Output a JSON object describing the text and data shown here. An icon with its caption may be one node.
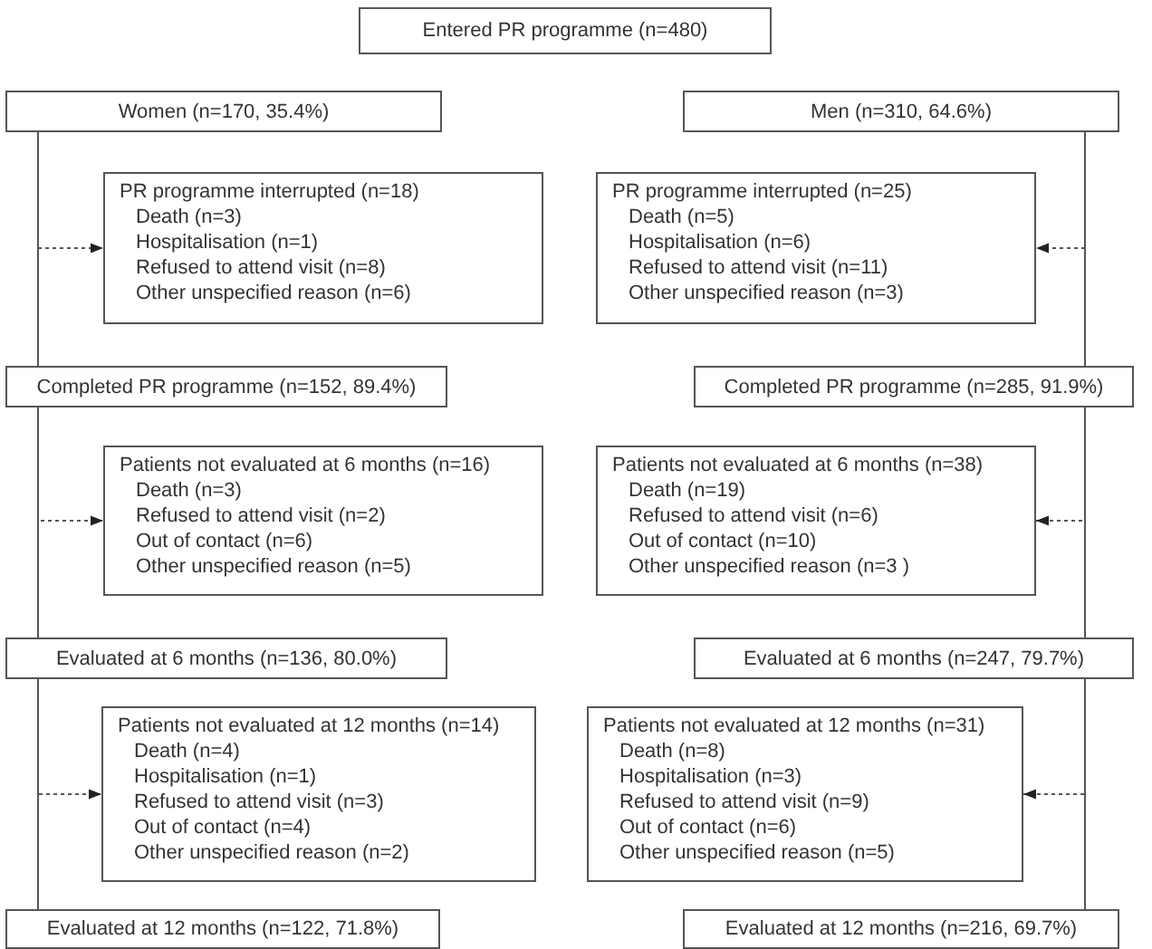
{
  "diagram": {
    "nodes": [
      {
        "text": [
          "Entered PR programme (n=480)"
        ]
      },
      {
        "text": [
          "Women (n=170, 35.4%)"
        ]
      },
      {
        "text": [
          "Men (n=310, 64.6%)"
        ]
      },
      {
        "text": [
          "PR programme interrupted (n=18)",
          "Death (n=3)",
          "Hospitalisation (n=1)",
          "Refused to attend visit (n=8)",
          "Other unspecified reason (n=6)"
        ]
      },
      {
        "text": [
          "PR programme interrupted (n=25)",
          "Death (n=5)",
          "Hospitalisation (n=6)",
          "Refused to attend visit (n=11)",
          "Other unspecified reason (n=3)"
        ]
      },
      {
        "text": [
          "Completed PR programme (n=152, 89.4%)"
        ]
      },
      {
        "text": [
          "Completed PR programme (n=285, 91.9%)"
        ]
      },
      {
        "text": [
          "Patients not evaluated at 6 months (n=16)",
          "Death (n=3)",
          "Refused to attend visit (n=2)",
          "Out of contact (n=6)",
          "Other unspecified reason (n=5)"
        ]
      },
      {
        "text": [
          "Patients not evaluated at 6 months (n=38)",
          "Death (n=19)",
          "Refused to attend visit (n=6)",
          "Out of contact (n=10)",
          "Other unspecified reason (n=3 )"
        ]
      },
      {
        "text": [
          "Evaluated at 6 months (n=136, 80.0%)"
        ]
      },
      {
        "text": [
          "Evaluated at 6 months (n=247, 79.7%)"
        ]
      },
      {
        "text": [
          "Patients not evaluated at 12 months (n=14)",
          "Death (n=4)",
          "Hospitalisation (n=1)",
          "Refused to attend visit (n=3)",
          "Out of contact (n=4)",
          "Other unspecified reason (n=2)"
        ]
      },
      {
        "text": [
          "Patients not evaluated at 12 months (n=31)",
          "Death (n=8)",
          "Hospitalisation (n=3)",
          "Refused to attend visit (n=9)",
          "Out of contact (n=6)",
          "Other unspecified reason (n=5)"
        ]
      },
      {
        "text": [
          "Evaluated at 12 months (n=122, 71.8%)"
        ]
      },
      {
        "text": [
          "Evaluated at 12 months (n=216, 69.7%)"
        ]
      }
    ],
    "edges": [
      {
        "from": 1,
        "to": 5,
        "arrow": "none"
      },
      {
        "from": 1,
        "to": 3,
        "arrow": "to",
        "style": "dashed"
      },
      {
        "from": 5,
        "to": 9,
        "arrow": "none"
      },
      {
        "from": 5,
        "to": 7,
        "arrow": "to",
        "style": "dashed"
      },
      {
        "from": 9,
        "to": 13,
        "arrow": "none"
      },
      {
        "from": 9,
        "to": 11,
        "arrow": "to",
        "style": "dashed"
      },
      {
        "from": 2,
        "to": 6,
        "arrow": "none"
      },
      {
        "from": 2,
        "to": 4,
        "arrow": "to",
        "style": "dashed"
      },
      {
        "from": 6,
        "to": 10,
        "arrow": "none"
      },
      {
        "from": 6,
        "to": 8,
        "arrow": "to",
        "style": "dashed"
      },
      {
        "from": 10,
        "to": 14,
        "arrow": "none"
      },
      {
        "from": 10,
        "to": 12,
        "arrow": "to",
        "style": "dashed"
      }
    ]
  }
}
